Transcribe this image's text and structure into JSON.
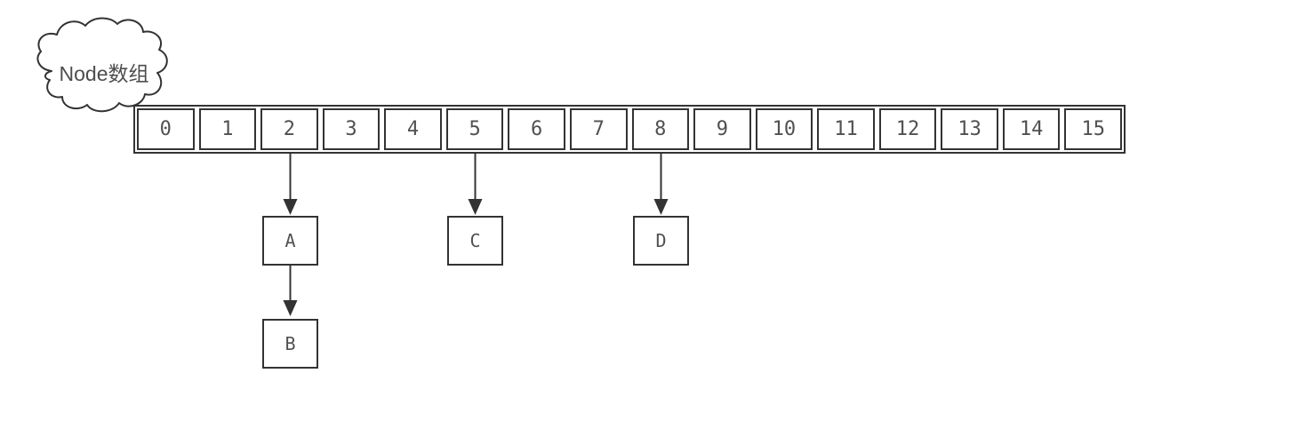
{
  "cloud": {
    "label": "Node数组"
  },
  "array": {
    "cells": [
      "0",
      "1",
      "2",
      "3",
      "4",
      "5",
      "6",
      "7",
      "8",
      "9",
      "10",
      "11",
      "12",
      "13",
      "14",
      "15"
    ]
  },
  "nodes": [
    {
      "id": "A",
      "label": "A"
    },
    {
      "id": "B",
      "label": "B"
    },
    {
      "id": "C",
      "label": "C"
    },
    {
      "id": "D",
      "label": "D"
    }
  ],
  "edges": [
    {
      "from": "array-cell-2",
      "to": "node-A"
    },
    {
      "from": "array-cell-5",
      "to": "node-C"
    },
    {
      "from": "array-cell-8",
      "to": "node-D"
    },
    {
      "from": "node-A",
      "to": "node-B"
    }
  ],
  "colors": {
    "stroke": "#333333",
    "text": "#505050",
    "background": "#ffffff"
  }
}
